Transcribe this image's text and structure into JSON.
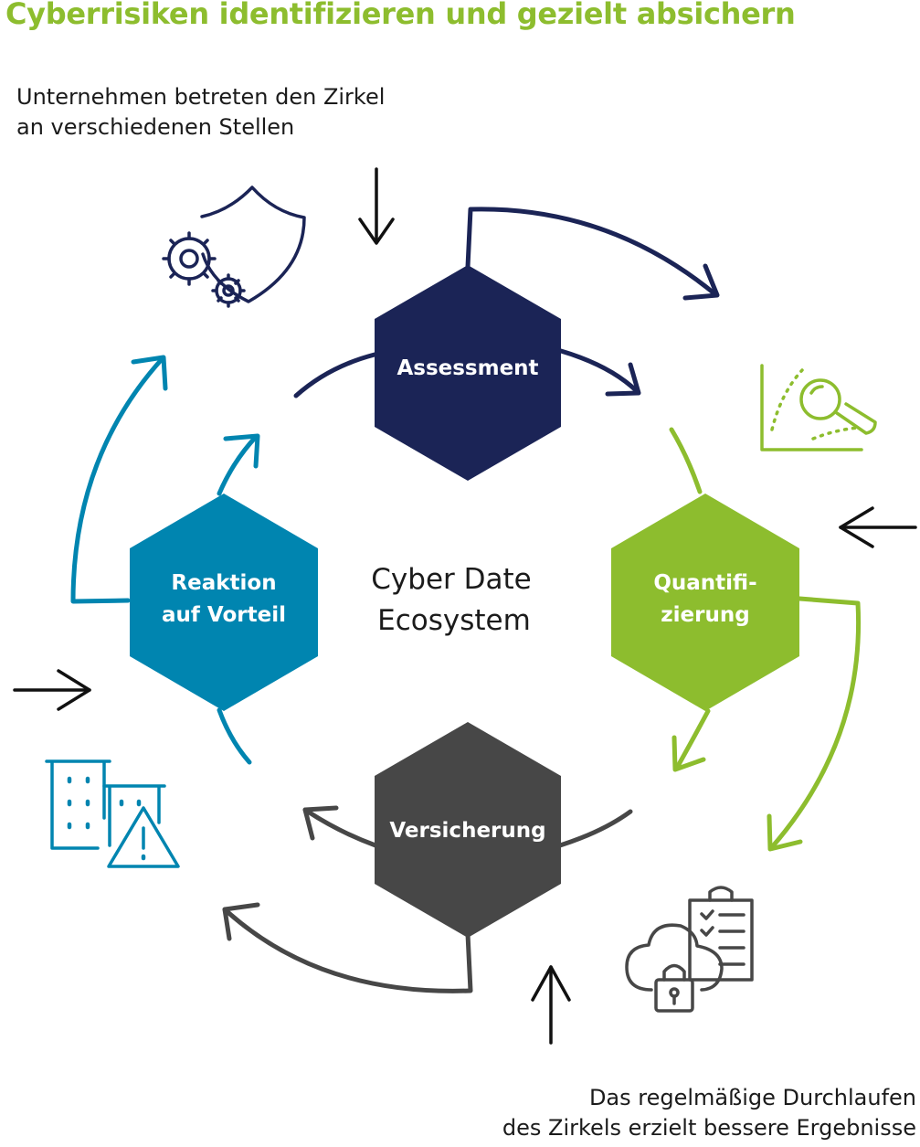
{
  "title": "Cyberrisiken identifizieren und gezielt absichern",
  "intro_note": [
    "Unternehmen betreten den Zirkel",
    "an verschiedenen Stellen"
  ],
  "outro_note": [
    "Das regelmäßige Durchlaufen",
    "des Zirkels erzielt bessere Ergebnisse"
  ],
  "center": [
    "Cyber Date",
    "Ecosystem"
  ],
  "stages": {
    "assessment": {
      "lines": [
        "Assessment"
      ],
      "color": "#1b2456",
      "icon": "shield-gears-icon"
    },
    "quantifizierung": {
      "lines": [
        "Quantifi-",
        "zierung"
      ],
      "color": "#8dbd2e",
      "icon": "chart-magnifier-icon"
    },
    "versicherung": {
      "lines": [
        "Versicherung"
      ],
      "color": "#474747",
      "icon": "cloud-lock-clipboard-icon"
    },
    "reaktion": {
      "lines": [
        "Reaktion",
        "auf Vorteil"
      ],
      "color": "#0085b0",
      "icon": "buildings-warning-icon"
    }
  },
  "colors": {
    "title": "#8dbd2e",
    "arrows": "#111111"
  }
}
